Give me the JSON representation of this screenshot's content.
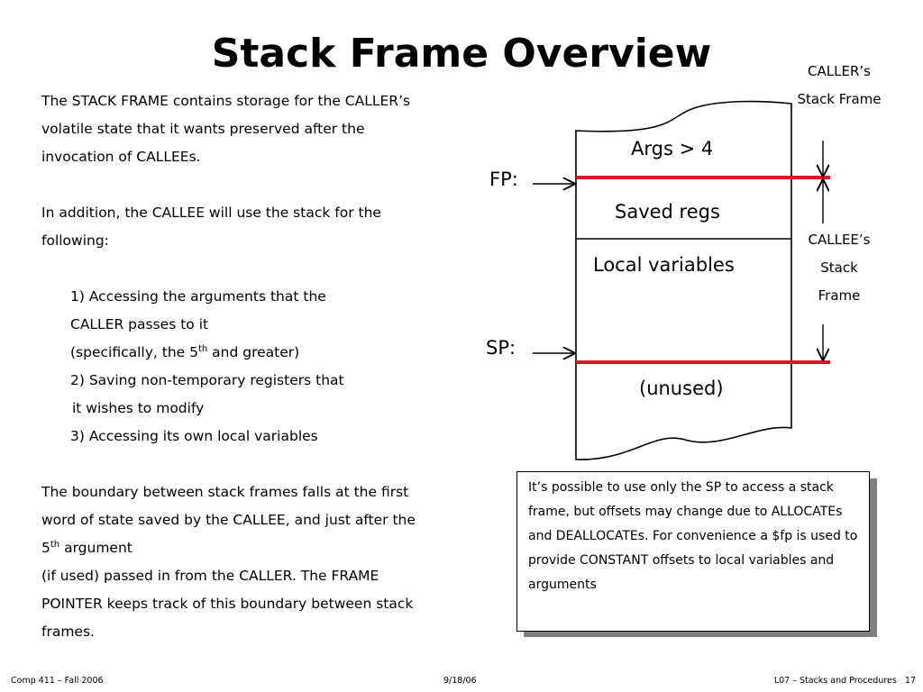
{
  "title": "Stack Frame Overview",
  "left": {
    "p1_line1": "The STACK FRAME contains storage for the CALLER’s",
    "p1_line2": "volatile state that it wants preserved after the",
    "p1_line3": "invocation of CALLEEs.",
    "p2_line1": "In addition, the CALLEE will use the stack for the",
    "p2_line2": "following:",
    "item1_line1": "1) Accessing the arguments that the",
    "item1_line2": "CALLER passes to it",
    "item1_line3_a": "(specifically, the 5",
    "item1_line3_sup": "th",
    "item1_line3_b": " and greater)",
    "item2_line1": "2) Saving non-temporary registers that",
    "item2_line2": "it wishes to modify",
    "item3": "3) Accessing its own local variables",
    "p3_line1": "The boundary between stack frames falls at the first",
    "p3_line2": "word of state saved by the CALLEE, and just after the",
    "p3_line3_a": "5",
    "p3_line3_sup": "th",
    "p3_line3_b": " argument",
    "p3_line4": "(if used) passed in from the CALLER. The FRAME",
    "p3_line5": "POINTER keeps track of this boundary between stack",
    "p3_line6": "frames."
  },
  "diagram": {
    "args": "Args > 4",
    "saved_regs": "Saved regs",
    "local_vars": "Local variables",
    "unused": "(unused)",
    "fp_label": "FP:",
    "sp_label": "SP:",
    "caller_line1": "CALLER’s",
    "caller_line2": "Stack Frame",
    "callee_line1": "CALLEE’s",
    "callee_line2": "Stack",
    "callee_line3": "Frame",
    "pointer_line_color": "#e0141e"
  },
  "note": {
    "text": "It’s possible to use only the SP to access a stack frame, but offsets may change due to ALLOCATEs and DEALLOCATEs.  For convenience a $fp is used to provide CONSTANT offsets to local variables and arguments"
  },
  "footer": {
    "left": "Comp 411 – Fall 2006",
    "center": "9/18/06",
    "right": "L07 – Stacks and Procedures   17"
  }
}
